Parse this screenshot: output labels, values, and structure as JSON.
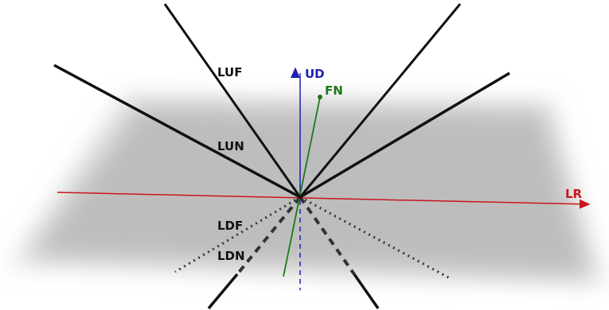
{
  "labels": {
    "luf": "LUF",
    "lun": "LUN",
    "ldf": "LDF",
    "ldn": "LDN",
    "ud": "UD",
    "fn": "FN",
    "lr": "LR"
  },
  "colors": {
    "plane_core": "#bdbdbd",
    "plane_edge": "#e6e6e6",
    "lines": "#111111",
    "dashed_down": "#333333",
    "ud_axis": "#1f1fb4",
    "fn_vector": "#1a7a1a",
    "lr_axis": "#c8161d"
  }
}
